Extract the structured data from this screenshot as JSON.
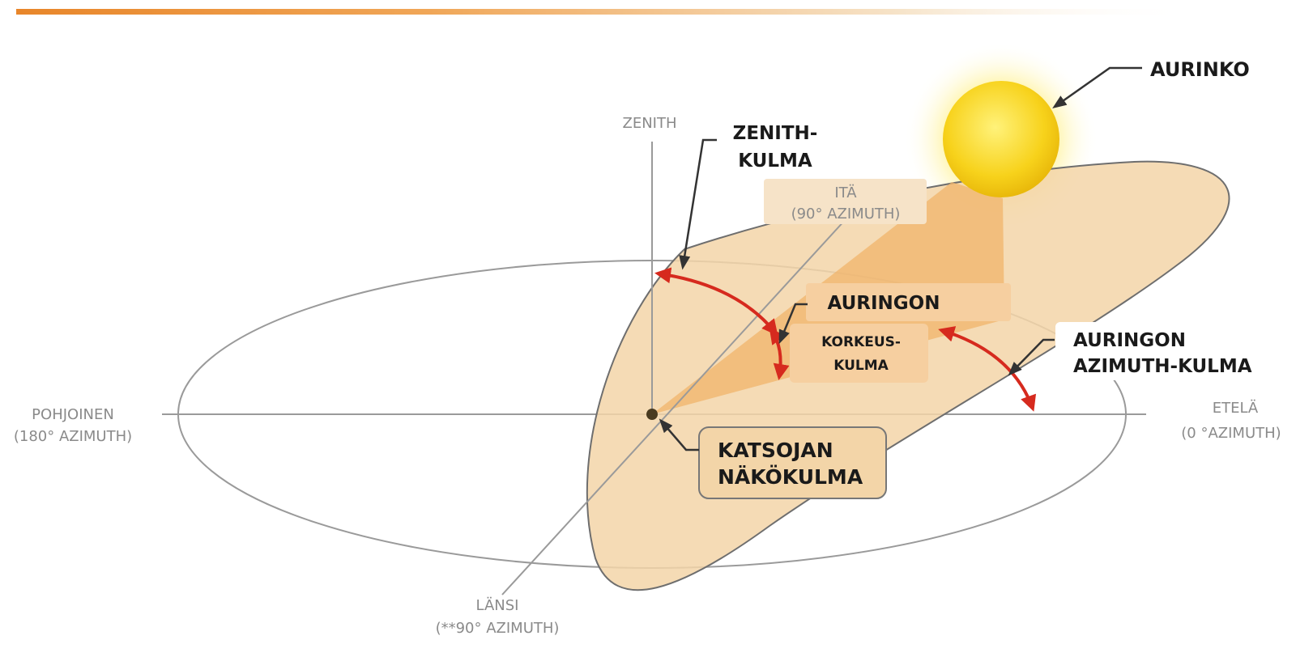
{
  "labels": {
    "sun": "AURINKO",
    "zenith": "ZENITH",
    "zenith_angle_line1": "ZENITH-",
    "zenith_angle_line2": "KULMA",
    "east_line1": "ITÄ",
    "east_line2": "(90° AZIMUTH)",
    "altitude_title": "AURINGON",
    "altitude_line1": "KORKEUS-",
    "altitude_line2": "KULMA",
    "azimuth_line1": "AURINGON",
    "azimuth_line2": "AZIMUTH-KULMA",
    "north_line1": "POHJOINEN",
    "north_line2": "(180° AZIMUTH)",
    "south_line1": "ETELÄ",
    "south_line2": "(0 °AZIMUTH)",
    "observer_line1": "KATSOJAN",
    "observer_line2": "NÄKÖKULMA",
    "west_line1": "LÄNSI",
    "west_line2": "(**90° AZIMUTH)"
  },
  "colors": {
    "accent_bar": "#e8862a",
    "plane_fill": "#f3d5a8",
    "shadow_fill": "#f0b46b",
    "label_box": "#f6cfa0",
    "arrow_red": "#d62a1e",
    "sun_fill": "#f7d21b",
    "sun_glow": "#fff3a0",
    "axis_gray": "#9a9a9a"
  }
}
